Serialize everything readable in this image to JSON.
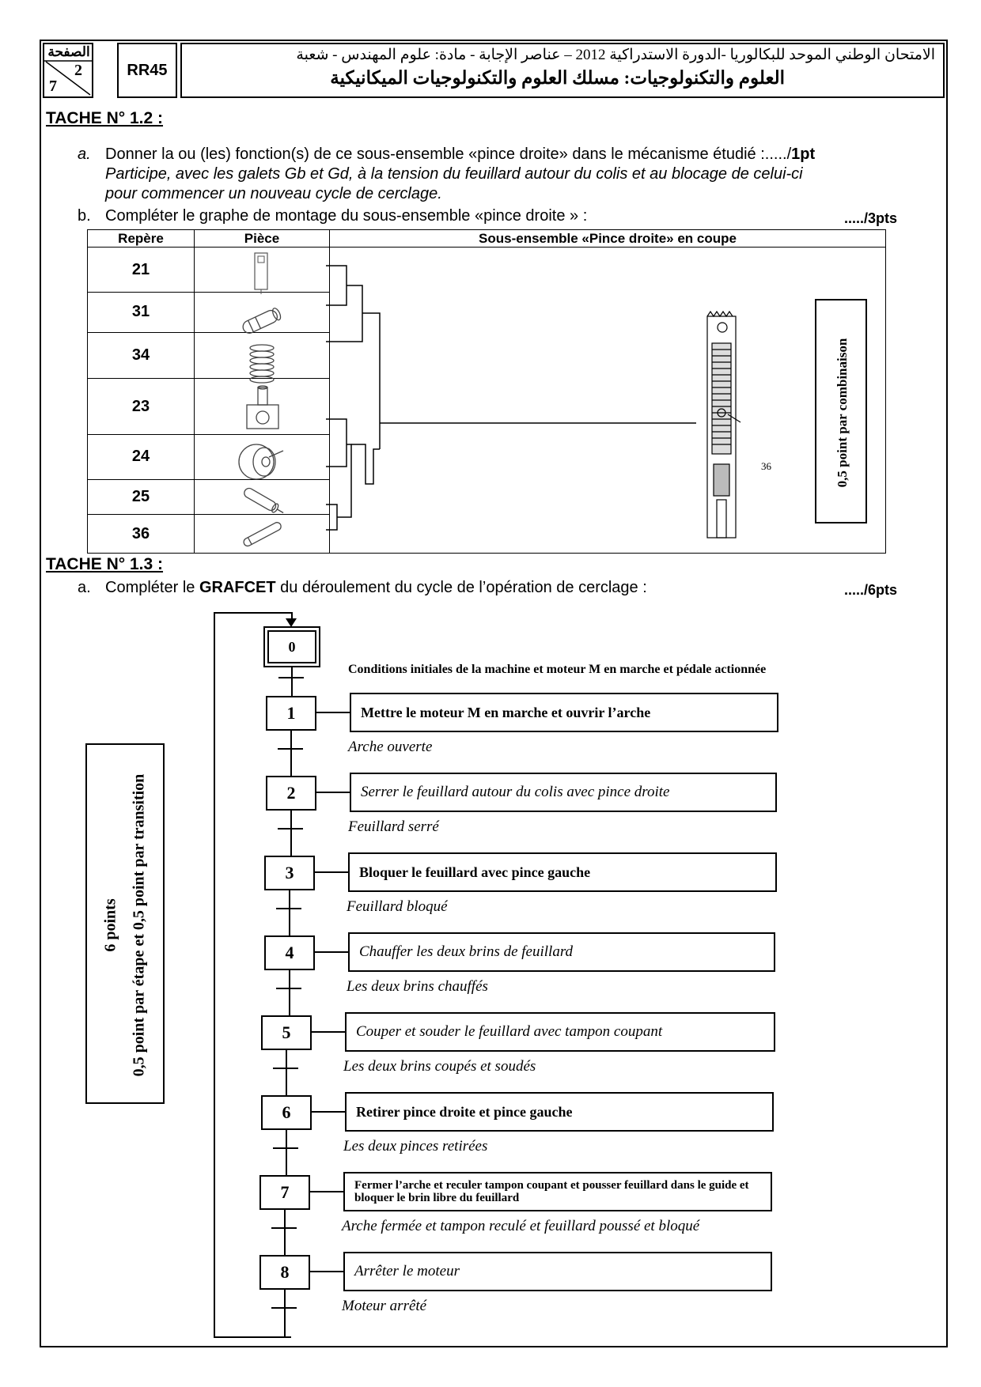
{
  "header": {
    "page_label": "الصفحة",
    "page_num": "2",
    "page_total": "7",
    "code": "RR45",
    "line1": "الامتحان الوطني الموحد للبكالوريا -الدورة الاستدراكية 2012 – عناصر الإجابة - مادة: علوم المهندس - شعبة",
    "line2": "العلوم والتكنولوجيات: مسلك العلوم والتكنولوجيات الميكانيكية"
  },
  "task12": {
    "title": "TACHE N° 1.2 :",
    "a_letter": "a.",
    "a_question": "Donner la ou (les) fonction(s) de ce sous-ensemble «pince droite» dans le mécanisme étudié :...../",
    "a_points": "1pt",
    "a_answer_line1": "Participe, avec les galets Gb et Gd, à la tension du feuillard autour du colis et au blocage de celui-ci",
    "a_answer_line2": "pour commencer un nouveau cycle de cerclage.",
    "b_letter": "b.",
    "b_question": "Compléter le graphe de montage du sous-ensemble «pince droite » :",
    "b_points": "...../3pts",
    "table": {
      "col_repere": "Repère",
      "col_piece": "Pièce",
      "col_section": "Sous-ensemble «Pince droite» en coupe",
      "rows": [
        "21",
        "31",
        "34",
        "23",
        "24",
        "25",
        "36"
      ]
    },
    "section_label": "36",
    "note": "0,5 point par combinaison"
  },
  "task13": {
    "title": "TACHE N° 1.3 :",
    "a_letter": "a.",
    "a_question_pre": "Compléter le ",
    "a_question_bold": "GRAFCET",
    "a_question_post": " du déroulement du cycle de l’opération de cerclage :",
    "a_points": "...../6pts",
    "note_line1": "6 points",
    "note_line2": "0,5 point par étape et 0,5 point par transition",
    "initial_step": "0",
    "initial_transition": "Conditions initiales de la machine et moteur M en marche et pédale actionnée",
    "steps": [
      {
        "num": "1",
        "action": "Mettre le moteur M en marche et ouvrir l’arche",
        "transition": "Arche ouverte"
      },
      {
        "num": "2",
        "action": "Serrer le feuillard autour du colis avec pince droite",
        "transition": "Feuillard serré"
      },
      {
        "num": "3",
        "action": "Bloquer le feuillard avec pince gauche",
        "transition": "Feuillard bloqué"
      },
      {
        "num": "4",
        "action": "Chauffer les deux brins de feuillard",
        "transition": "Les deux brins chauffés"
      },
      {
        "num": "5",
        "action": "Couper et souder le feuillard avec tampon coupant",
        "transition": "Les deux brins coupés et soudés"
      },
      {
        "num": "6",
        "action": "Retirer pince droite et pince gauche",
        "transition": "Les deux pinces retirées"
      },
      {
        "num": "7",
        "action": "Fermer l’arche et reculer tampon coupant et pousser feuillard dans le guide et bloquer le brin libre du feuillard",
        "transition": "Arche fermée et tampon reculé et feuillard poussé et bloqué"
      },
      {
        "num": "8",
        "action": "Arrêter le moteur",
        "transition": "Moteur arrêté"
      }
    ]
  }
}
